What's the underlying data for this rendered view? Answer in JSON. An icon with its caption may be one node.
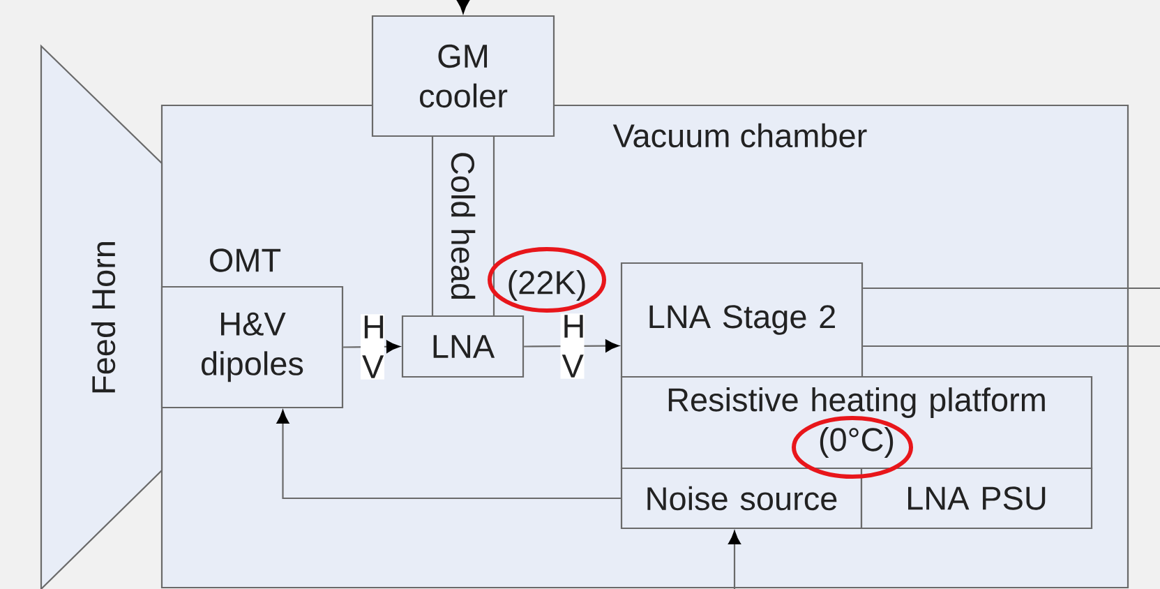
{
  "diagram": {
    "nodes": [
      {
        "text": [
          "Feed Horn"
        ]
      },
      {
        "text": [
          "GM cooler"
        ]
      },
      {
        "text": [
          "Vacuum chamber"
        ]
      },
      {
        "text": [
          "Cold head"
        ],
        "in": 2
      },
      {
        "text": [
          "OMT",
          "H&V dipoles"
        ],
        "in": 2
      },
      {
        "text": [
          "LNA"
        ],
        "in": 2
      },
      {
        "text": [
          "LNA Stage 2"
        ],
        "in": 2
      },
      {
        "text": [
          "Resistive heating platform (0°C)"
        ],
        "in": 2
      },
      {
        "text": [
          "Noise source"
        ],
        "in": 2
      },
      {
        "text": [
          "LNA PSU"
        ],
        "in": 2
      }
    ],
    "edges": [
      {
        "from": null,
        "to": 1,
        "arrow": "to"
      },
      {
        "from": 4,
        "to": 5,
        "arrow": "to",
        "label": "H V"
      },
      {
        "from": 5,
        "to": 6,
        "arrow": "to",
        "label": "H V"
      },
      {
        "from": 8,
        "to": 4,
        "arrow": "to"
      },
      {
        "from": null,
        "to": 8,
        "arrow": "to"
      },
      {
        "from": 6,
        "to": null,
        "arrow": "none"
      },
      {
        "from": 6,
        "to": null,
        "arrow": "none"
      }
    ],
    "labels": [
      "(22K)"
    ]
  }
}
